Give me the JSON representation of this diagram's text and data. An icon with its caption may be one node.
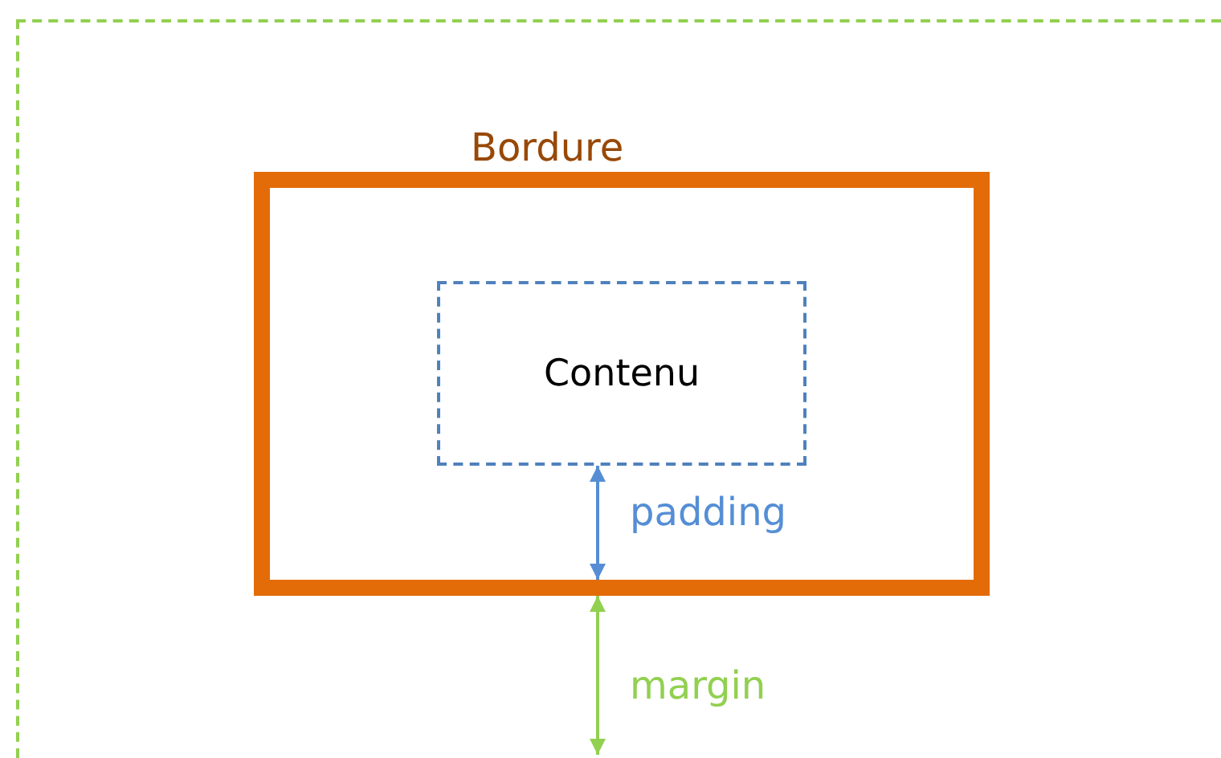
{
  "diagram": {
    "nodes": [
      {
        "text": [],
        "shape": "box"
      },
      {
        "text": [
          "Bordure"
        ],
        "in": 0
      },
      {
        "text": [
          "Contenu"
        ],
        "in": 1
      }
    ],
    "edges": [
      {
        "from": 2,
        "to": 1,
        "arrow": "both",
        "label": "padding",
        "color": "#558ed5"
      },
      {
        "from": 1,
        "to": null,
        "arrow": "both",
        "label": "margin",
        "color": "#92d050"
      }
    ]
  }
}
